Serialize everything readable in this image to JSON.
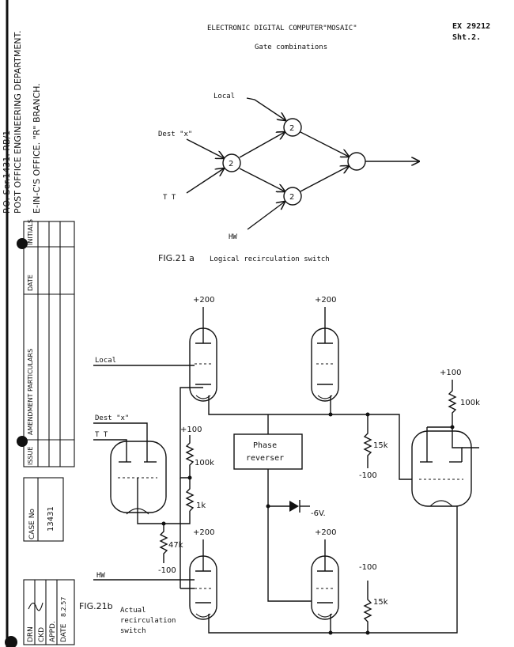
{
  "header": {
    "title": "ELECTRONIC DIGITAL COMPUTER\"MOSAIC\"",
    "subtitle": "Gate combinations",
    "ref_number": "EX 29212",
    "sheet": "Sht.2."
  },
  "fig_a": {
    "caption_number": "FIG.21 a",
    "caption_text": "Logical recirculation switch",
    "inputs": {
      "local": "Local",
      "dest_x": "Dest \"x\"",
      "tt": "T T",
      "hw": "HW"
    },
    "gate_labels": [
      "2",
      "2",
      "2"
    ]
  },
  "fig_b": {
    "caption_number": "FIG.21b",
    "caption_lines": [
      "Actual",
      "recirculation",
      "switch"
    ],
    "inputs": {
      "local": "Local",
      "dest_x": "Dest \"x\"",
      "tt": "T T",
      "hw": "HW"
    },
    "supplies": {
      "plus200": "+200",
      "plus100": "+100",
      "minus100": "-100",
      "minus6v": "-6V."
    },
    "resistors": {
      "r100k": "100k",
      "r1k": "1k",
      "r47k": "47k",
      "r15k": "15k"
    },
    "phase_reverser": [
      "Phase",
      "reverser"
    ]
  },
  "margin": {
    "department_lines": [
      "P.O. Ser.1431. RB/1",
      "POST OFFICE ENGINEERING DEPARTMENT.",
      "E-IN-C'S OFFICE. \"R\" BRANCH."
    ],
    "amendment_headers": [
      "ISSUE",
      "AMENDMENT PARTICULARS",
      "DATE",
      "INITIALS"
    ],
    "case_label": "CASE No",
    "case_number": "13431",
    "signoff_labels": [
      "DRN",
      "CKD",
      "APPD.",
      "DATE"
    ],
    "date_value": "8.2.57"
  }
}
